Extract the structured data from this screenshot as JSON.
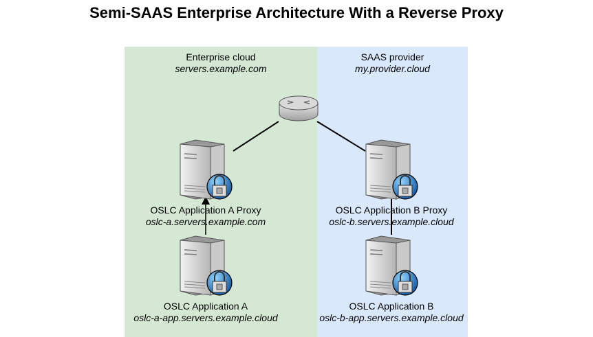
{
  "title": "Semi-SAAS Enterprise Architecture With a Reverse Proxy",
  "zones": {
    "enterprise": {
      "name": "Enterprise cloud",
      "domain": "servers.example.com"
    },
    "saas": {
      "name": "SAAS provider",
      "domain": "my.provider.cloud"
    }
  },
  "nodes": {
    "proxy_a": {
      "name": "OSLC Application A Proxy",
      "host": "oslc-a.servers.example.com"
    },
    "app_a": {
      "name": "OSLC Application A",
      "host": "oslc-a-app.servers.example.cloud"
    },
    "proxy_b": {
      "name": "OSLC Application B Proxy",
      "host": "oslc-b.servers.example.cloud"
    },
    "app_b": {
      "name": "OSLC Application B",
      "host": "oslc-b-app.servers.example.cloud"
    }
  },
  "icons": {
    "server": "server-icon",
    "lock": "lock-globe-icon",
    "router": "router-icon"
  }
}
